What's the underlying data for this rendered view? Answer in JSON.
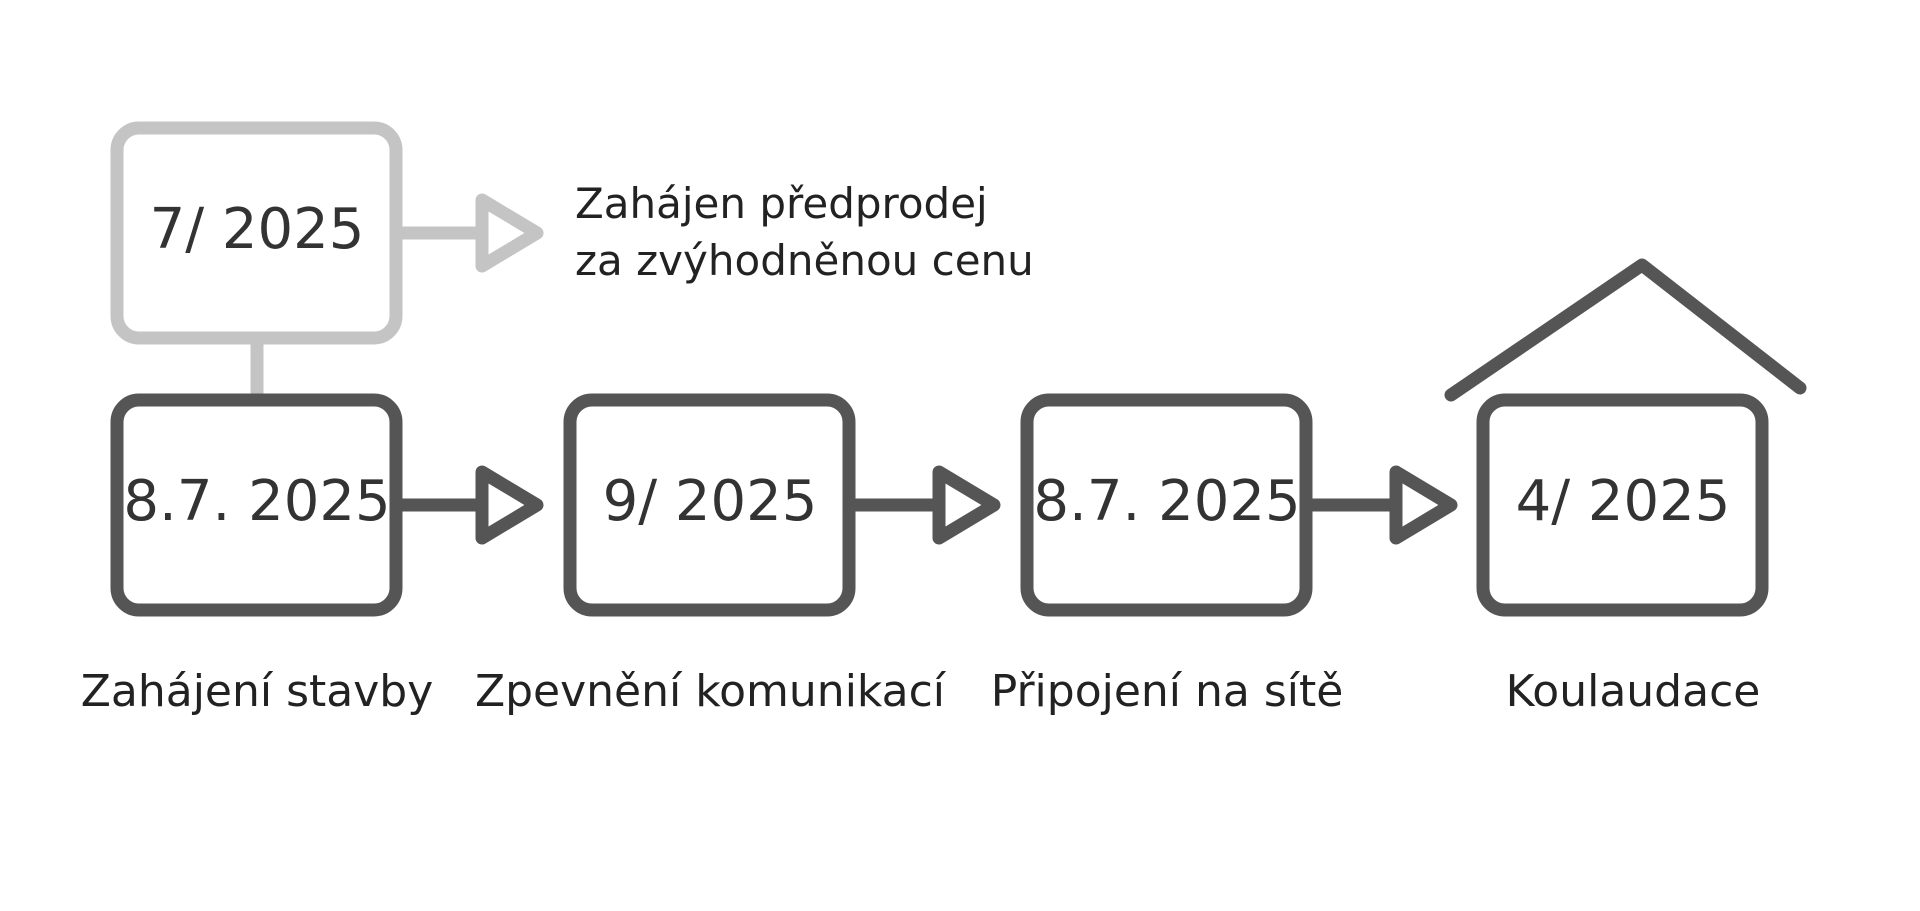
{
  "colors": {
    "dark": "#555555",
    "light": "#c4c4c4",
    "text": "#222222",
    "background": "#ffffff"
  },
  "presale": {
    "date": "7/ 2025",
    "note_line1": "Zahájen předprodej",
    "note_line2": "za zvýhodněnou cenu"
  },
  "milestones": [
    {
      "date": "8.7. 2025",
      "label": "Zahájení stavby"
    },
    {
      "date": "9/ 2025",
      "label": "Zpevnění komunikací"
    },
    {
      "date": "8.7. 2025",
      "label": "Připojení na sítě"
    },
    {
      "date": "4/ 2025",
      "label": "Koulaudace"
    }
  ],
  "icons": {
    "arrow": "triangle-arrow-icon",
    "roof": "house-roof-icon"
  }
}
